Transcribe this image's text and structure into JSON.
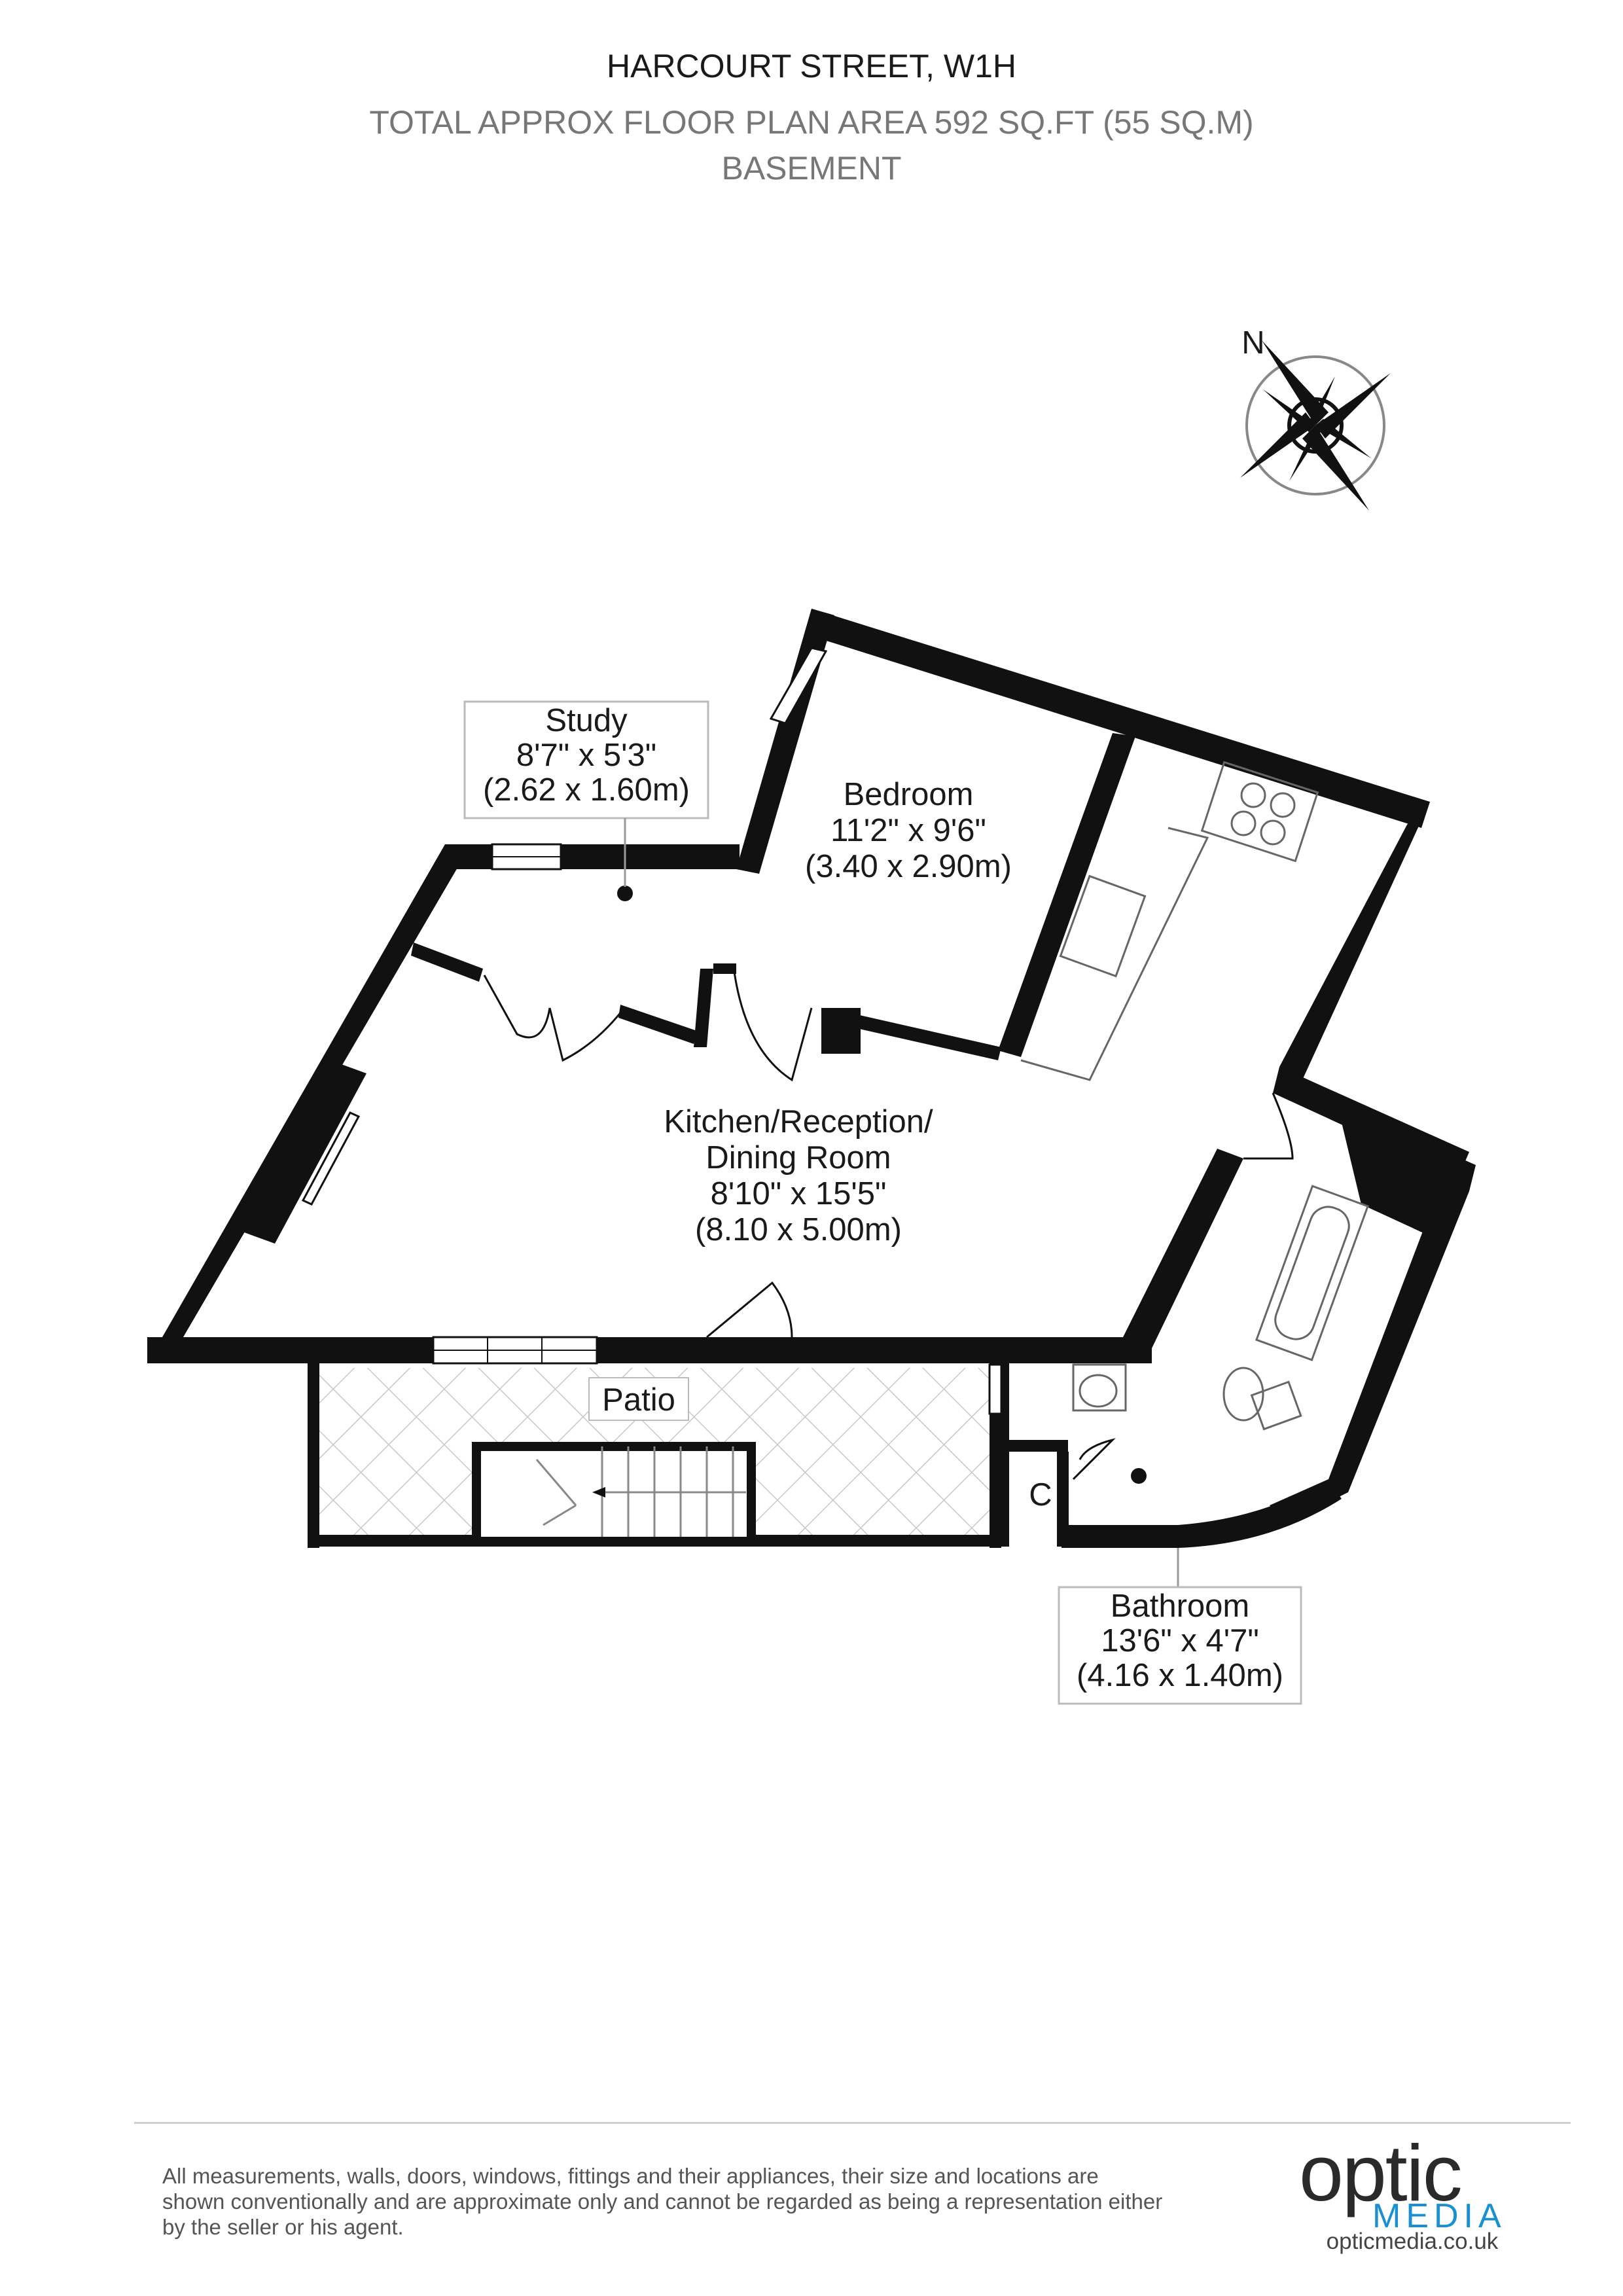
{
  "header": {
    "title": "HARCOURT STREET, W1H",
    "subtitle": "TOTAL APPROX FLOOR PLAN AREA 592 SQ.FT (55 SQ.M)",
    "level": "BASEMENT"
  },
  "compass": {
    "north_label": "N"
  },
  "rooms": {
    "study": {
      "name": "Study",
      "imperial": "8'7\" x 5'3\"",
      "metric": "(2.62 x 1.60m)"
    },
    "bedroom": {
      "name": "Bedroom",
      "imperial": "11'2\" x 9'6\"",
      "metric": "(3.40 x 2.90m)"
    },
    "kitchen": {
      "name_line1": "Kitchen/Reception/",
      "name_line2": "Dining Room",
      "imperial": "8'10\" x 15'5\"",
      "metric": "(8.10 x 5.00m)"
    },
    "patio": {
      "name": "Patio"
    },
    "cupboard": {
      "name": "C"
    },
    "bathroom": {
      "name": "Bathroom",
      "imperial": "13'6\" x 4'7\"",
      "metric": "(4.16 x 1.40m)"
    }
  },
  "footer": {
    "disclaimer": "All measurements, walls, doors, windows, fittings and their appliances, their size and locations are shown conventionally and are approximate only and cannot be regarded as being a representation either by the seller or his agent.",
    "logo_top": "optic",
    "logo_bottom": "MEDIA",
    "url": "opticmedia.co.uk"
  },
  "colors": {
    "wall": "#111111",
    "subtitle_gray": "#777777",
    "brand_blue": "#1a8fd1",
    "patio_hatch": "#c8c8c8"
  }
}
